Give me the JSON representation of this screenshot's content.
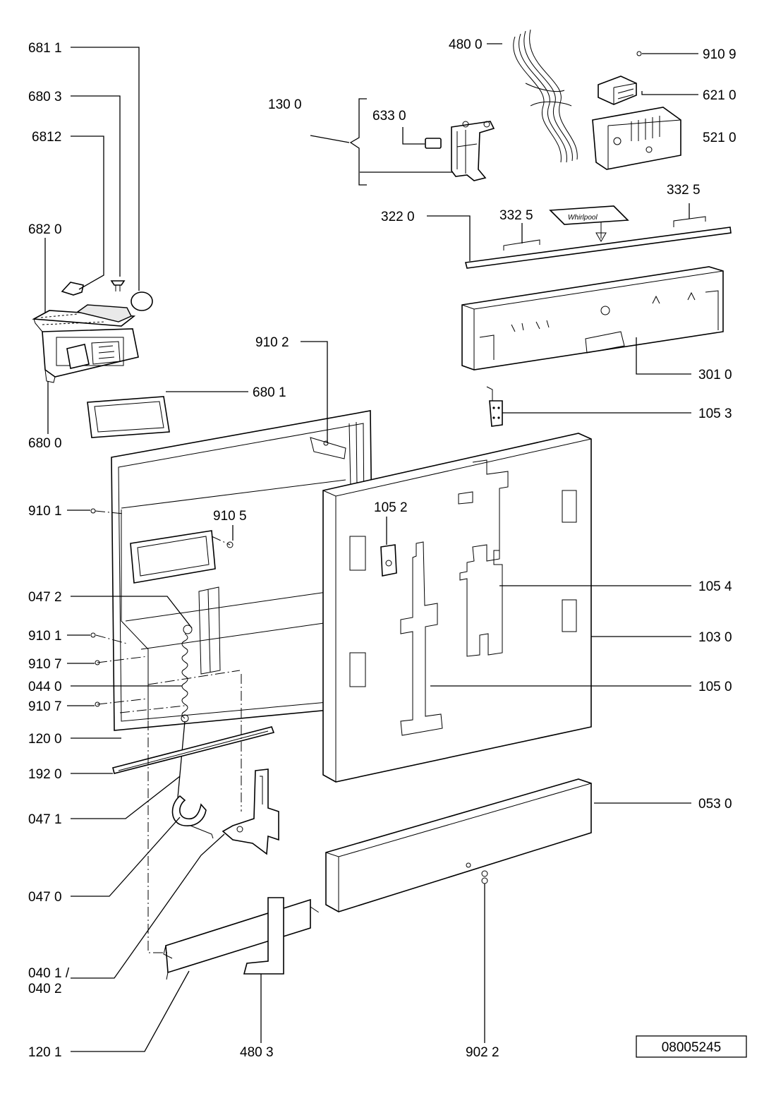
{
  "diagram_id": "08005245",
  "labels": {
    "l6811": "681 1",
    "l6803": "680 3",
    "l6812": "6812",
    "l6820": "682 0",
    "l6800": "680 0",
    "l6801": "680 1",
    "l1300": "130 0",
    "l6330": "633 0",
    "l4800": "480 0",
    "l9109": "910 9",
    "l6210": "621 0",
    "l5210": "521 0",
    "l3220": "322  0",
    "l3325a": "332  5",
    "l3325b": "332  5",
    "l3010": "301 0",
    "l1053": "105 3",
    "l9102": "910 2",
    "l9101a": "910 1",
    "l9105": "910 5",
    "l1052": "105 2",
    "l1054": "105 4",
    "l0472": "047 2",
    "l9101b": "910 1",
    "l1030": "103 0",
    "l9107a": "910 7",
    "l0440": "044 0",
    "l1050": "105 0",
    "l9107b": "910 7",
    "l1200": "120 0",
    "l1920": "192 0",
    "l0530": "053 0",
    "l0471": "047 1",
    "l0470": "047 0",
    "l0401": "040 1 /",
    "l0402": "040 2",
    "l1201": "120 1",
    "l4803": "480 3",
    "l9022": "902 2"
  },
  "logo_text": "Whirlpool"
}
